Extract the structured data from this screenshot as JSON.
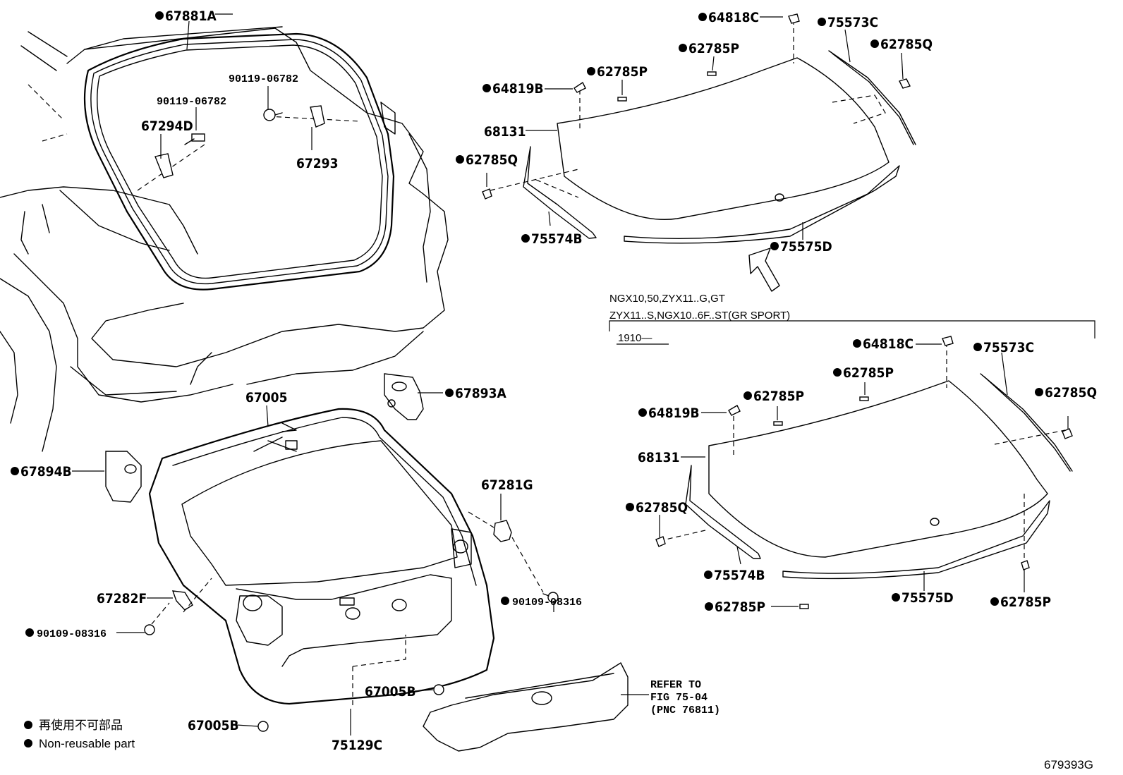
{
  "figure_id": "679393G",
  "legend": {
    "dot_meaning_ja": "再使用不可部品",
    "dot_meaning_en": "Non-reusable part"
  },
  "variant_note": {
    "line1": "NGX10,50,ZYX11..G,GT",
    "line2": "ZYX11..S,NGX10..6F..ST(GR SPORT)",
    "date_code": "1910—"
  },
  "refer_note": {
    "line1": "REFER TO",
    "line2": "FIG 75-04",
    "line3": "(PNC 76811)"
  },
  "parts": {
    "p67881A": "67881A",
    "p90119a": "90119-06782",
    "p90119b": "90119-06782",
    "p67294D": "67294D",
    "p67293": "67293",
    "p67005": "67005",
    "p67893A": "67893A",
    "p67894B": "67894B",
    "p67281G": "67281G",
    "p67282F": "67282F",
    "p90109a": "90109-08316",
    "p90109b": "90109-08316",
    "p67005Ba": "67005B",
    "p67005Bb": "67005B",
    "p75129C": "75129C",
    "u64818C": "64818C",
    "u75573C": "75573C",
    "u62785P1": "62785P",
    "u62785Q1": "62785Q",
    "u62785P2": "62785P",
    "u64819B": "64819B",
    "u68131": "68131",
    "u62785Q2": "62785Q",
    "u75574B": "75574B",
    "u75575D": "75575D",
    "l64818C": "64818C",
    "l75573C": "75573C",
    "l62785P1": "62785P",
    "l62785P2": "62785P",
    "l62785Q1": "62785Q",
    "l64819B": "64819B",
    "l68131": "68131",
    "l62785Q2": "62785Q",
    "l75574B": "75574B",
    "l62785P3": "62785P",
    "l75575D": "75575D",
    "l62785P4": "62785P"
  }
}
